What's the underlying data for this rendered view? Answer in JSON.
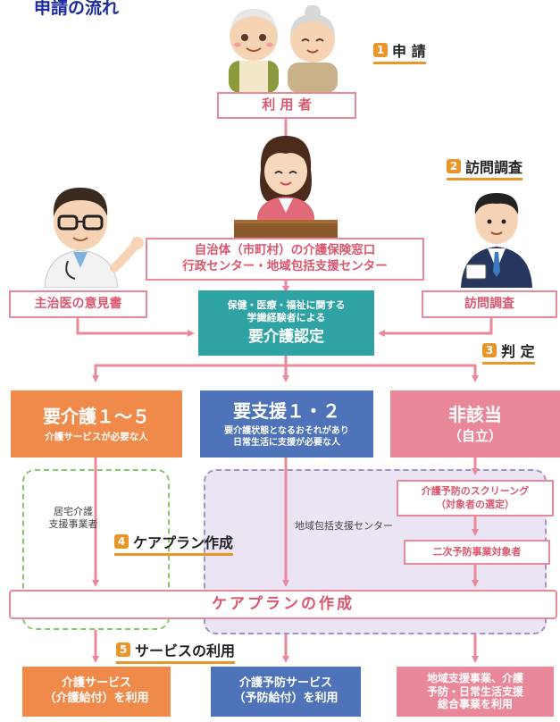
{
  "title": "申請の流れ",
  "steps": {
    "s1": {
      "num": "1",
      "label": "申 請"
    },
    "s2": {
      "num": "2",
      "label": "訪問調査"
    },
    "s3": {
      "num": "3",
      "label": "判 定"
    },
    "s4": {
      "num": "4",
      "label": "ケアプラン作成"
    },
    "s5": {
      "num": "5",
      "label": "サービスの利用"
    }
  },
  "boxes": {
    "user": "利 用 者",
    "window_line1": "自治体（市町村）の介護保険窓口",
    "window_line2": "行政センター・地域包括支援センター",
    "doctor": "主治医の意見書",
    "visit": "訪問調査",
    "screening_line1": "介護予防のスクリーング",
    "screening_line2": "（対象者の選定）",
    "secondary": "二次予防事業対象者",
    "careplan": "ケアプランの作成"
  },
  "certification": {
    "line1": "保健・医療・福祉に関する",
    "line2": "学識経験者による",
    "main": "要介護認定"
  },
  "results": {
    "care": {
      "title": "要介護１～５",
      "desc": "介護サービスが必要な人"
    },
    "support": {
      "title": "要支援１・２",
      "desc1": "要介護状態となるおそれがあり",
      "desc2": "日常生活に支援が必要な人"
    },
    "none": {
      "title": "非該当",
      "sub": "（自立）"
    }
  },
  "areas": {
    "home_care_line1": "居宅介護",
    "home_care_line2": "支援事業者",
    "community_center": "地域包括支援センター"
  },
  "services": {
    "care_line1": "介護サービス",
    "care_line2": "（介護給付）を利用",
    "prevention_line1": "介護予防サービス",
    "prevention_line2": "（予防給付）を利用",
    "community_line1": "地域支援事業、介護",
    "community_line2": "予防・日常生活支援",
    "community_line3": "総合事業を利用"
  },
  "colors": {
    "orange": "#ef8a4b",
    "blue": "#4e73b8",
    "pink": "#e8889a",
    "teal": "#2fa3a3",
    "step_badge": "#e8952a",
    "title": "#1b2a9c"
  }
}
